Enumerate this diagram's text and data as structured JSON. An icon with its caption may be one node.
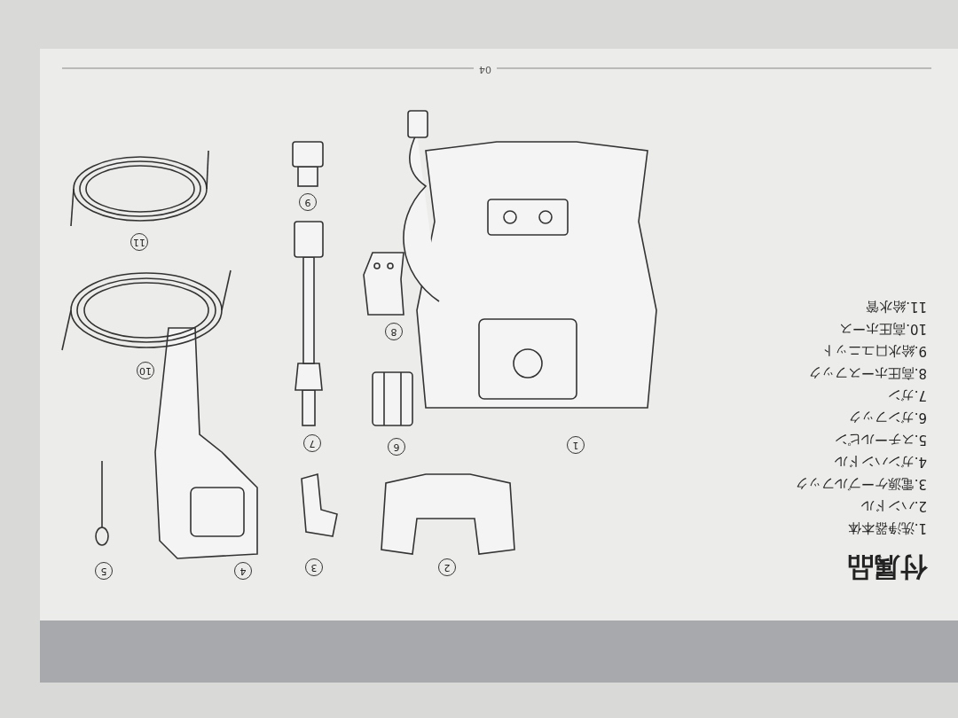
{
  "diagram": {
    "title": "付属品",
    "labels": [
      "04",
      "1.洗浄器本体",
      "2.ハンドル",
      "3.電源ケーブルフック",
      "4.ガンハンドル",
      "5.スチールピン",
      "6.ガンフック",
      "7.ガン",
      "8.高圧ホースフック",
      "9.給水口ユニット",
      "10.高圧ホース",
      "11.給水管",
      "1",
      "2",
      "3",
      "4",
      "5",
      "6",
      "7",
      "8",
      "9",
      "10",
      "11"
    ]
  }
}
